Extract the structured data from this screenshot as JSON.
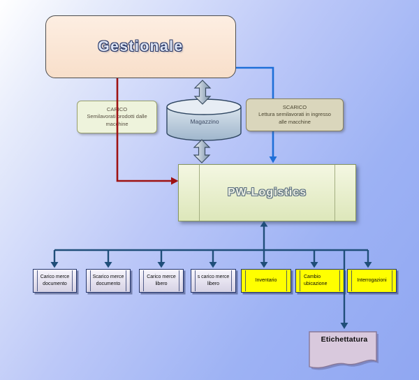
{
  "diagram": {
    "nodes": {
      "gestionale": {
        "label": "Gestionale"
      },
      "magazzino": {
        "label": "Magazzino"
      },
      "carico_note": {
        "title": "CARICO",
        "line2": "Semilavorati prodotti dalle",
        "line3": "macchine"
      },
      "scarico_note": {
        "title": "SCARICO",
        "line2": "Lettura semilavorati in ingresso",
        "line3": "alle macchine"
      },
      "pw_logistics": {
        "label": "PW-Logistics"
      },
      "etichettatura": {
        "label": "Etichettatura"
      }
    },
    "functions": [
      {
        "line1": "Carico merce",
        "line2": "documento",
        "highlighted": false
      },
      {
        "line1": "Scarico merce",
        "line2": "documento",
        "highlighted": false
      },
      {
        "line1": "Carico merce",
        "line2": "libero",
        "highlighted": false
      },
      {
        "line1": "s carico merce",
        "line2": "libero",
        "highlighted": false
      },
      {
        "line1": "Inventario",
        "line2": "",
        "highlighted": true
      },
      {
        "line1": "Cambio",
        "line2": "ubicazione",
        "highlighted": true
      },
      {
        "line1": "Interrogazioni",
        "line2": "",
        "highlighted": true
      }
    ],
    "edges": [
      {
        "from": "Gestionale",
        "to": "PW-Logistics",
        "via": "CARICO",
        "style": "one-way",
        "color": "#9e1212"
      },
      {
        "from": "Gestionale",
        "to": "PW-Logistics",
        "via": "SCARICO",
        "style": "one-way",
        "color": "#1e6fd8"
      },
      {
        "from": "Gestionale",
        "to": "Magazzino",
        "style": "two-way",
        "color": "#a9bbcc"
      },
      {
        "from": "Magazzino",
        "to": "PW-Logistics",
        "style": "two-way",
        "color": "#a9bbcc"
      },
      {
        "from": "PW-Logistics",
        "to": "function-boxes",
        "style": "fan-out",
        "color": "#1f4e79"
      },
      {
        "from": "PW-Logistics",
        "to": "Inventario",
        "style": "two-way",
        "color": "#1f4e79"
      },
      {
        "from": "PW-Logistics",
        "to": "Etichettatura",
        "style": "one-way",
        "color": "#1f4e79"
      }
    ],
    "colors": {
      "background_top_left": "#ffffff",
      "background_bottom_right": "#90a7f2",
      "gestionale_fill": "#fae5d3",
      "carico_note_fill": "#eef3dc",
      "scarico_note_fill": "#dad6bc",
      "pw_fill": "#e8efc9",
      "function_fill": "#e4e0ef",
      "highlight_fill": "#ffff00",
      "document_fill": "#d9c9dd",
      "cylinder_fill": "#b5c8da",
      "carico_arrow": "#9e1212",
      "scarico_arrow": "#1e6fd8",
      "tree_arrow": "#1f4e79"
    }
  }
}
